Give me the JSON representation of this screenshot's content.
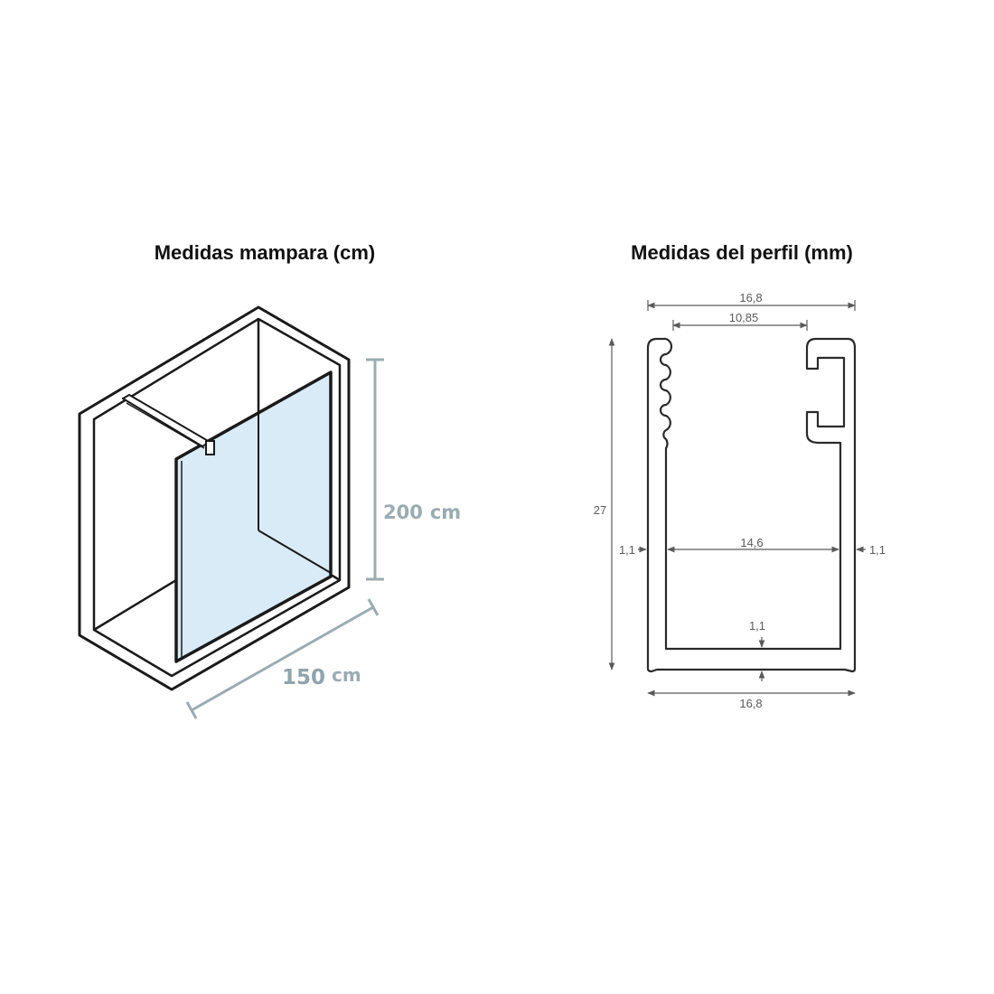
{
  "titles": {
    "left": "Medidas mampara (cm)",
    "right": "Medidas del perfil (mm)"
  },
  "mampara": {
    "height_value": "200",
    "height_unit": "cm",
    "width_value": "150",
    "width_unit": "cm",
    "glass_color": "#d9ebf7",
    "dimension_color": "#9aacb2"
  },
  "perfil": {
    "top_outer_width": "16,8",
    "top_inner_width": "10,85",
    "height": "27",
    "left_wall": "1,1",
    "inner_width": "14,6",
    "right_wall": "1,1",
    "bottom_wall": "1,1",
    "bottom_width": "16,8"
  }
}
